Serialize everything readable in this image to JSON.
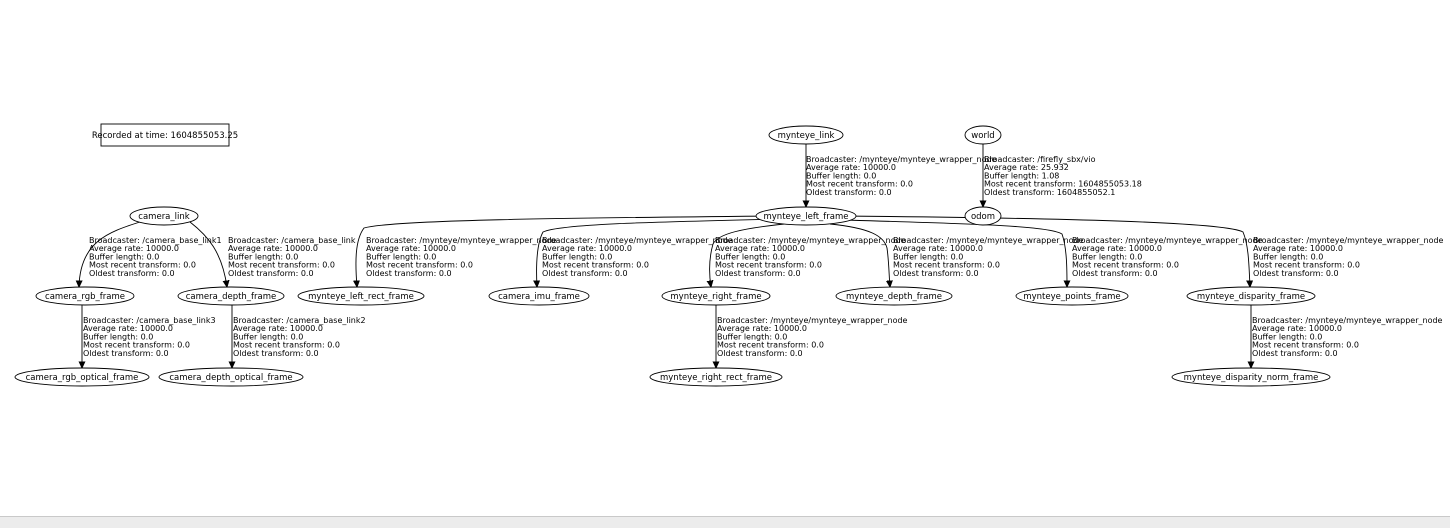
{
  "recorded_label": "Recorded at time: 1604855053.25",
  "nodes": {
    "camera_link": "camera_link",
    "camera_rgb_frame": "camera_rgb_frame",
    "camera_depth_frame": "camera_depth_frame",
    "camera_rgb_optical_frame": "camera_rgb_optical_frame",
    "camera_depth_optical_frame": "camera_depth_optical_frame",
    "mynteye_link": "mynteye_link",
    "mynteye_left_frame": "mynteye_left_frame",
    "mynteye_left_rect_frame": "mynteye_left_rect_frame",
    "camera_imu_frame": "camera_imu_frame",
    "mynteye_right_frame": "mynteye_right_frame",
    "mynteye_right_rect_frame": "mynteye_right_rect_frame",
    "mynteye_depth_frame": "mynteye_depth_frame",
    "mynteye_points_frame": "mynteye_points_frame",
    "mynteye_disparity_frame": "mynteye_disparity_frame",
    "mynteye_disparity_norm_frame": "mynteye_disparity_norm_frame",
    "world": "world",
    "odom": "odom"
  },
  "edges": {
    "camera_link__camera_rgb_frame": [
      "Broadcaster: /camera_base_link1",
      "Average rate: 10000.0",
      "Buffer length: 0.0",
      "Most recent transform: 0.0",
      "Oldest transform: 0.0"
    ],
    "camera_link__camera_depth_frame": [
      "Broadcaster: /camera_base_link",
      "Average rate: 10000.0",
      "Buffer length: 0.0",
      "Most recent transform: 0.0",
      "Oldest transform: 0.0"
    ],
    "camera_rgb_frame__camera_rgb_optical_frame": [
      "Broadcaster: /camera_base_link3",
      "Average rate: 10000.0",
      "Buffer length: 0.0",
      "Most recent transform: 0.0",
      "Oldest transform: 0.0"
    ],
    "camera_depth_frame__camera_depth_optical_frame": [
      "Broadcaster: /camera_base_link2",
      "Average rate: 10000.0",
      "Buffer length: 0.0",
      "Most recent transform: 0.0",
      "Oldest transform: 0.0"
    ],
    "mynteye_link__mynteye_left_frame": [
      "Broadcaster: /mynteye/mynteye_wrapper_node",
      "Average rate: 10000.0",
      "Buffer length: 0.0",
      "Most recent transform: 0.0",
      "Oldest transform: 0.0"
    ],
    "mynteye_left_frame__mynteye_left_rect_frame": [
      "Broadcaster: /mynteye/mynteye_wrapper_node",
      "Average rate: 10000.0",
      "Buffer length: 0.0",
      "Most recent transform: 0.0",
      "Oldest transform: 0.0"
    ],
    "mynteye_left_frame__camera_imu_frame": [
      "Broadcaster: /mynteye/mynteye_wrapper_node",
      "Average rate: 10000.0",
      "Buffer length: 0.0",
      "Most recent transform: 0.0",
      "Oldest transform: 0.0"
    ],
    "mynteye_left_frame__mynteye_right_frame": [
      "Broadcaster: /mynteye/mynteye_wrapper_node",
      "Average rate: 10000.0",
      "Buffer length: 0.0",
      "Most recent transform: 0.0",
      "Oldest transform: 0.0"
    ],
    "mynteye_left_frame__mynteye_depth_frame": [
      "Broadcaster: /mynteye/mynteye_wrapper_node",
      "Average rate: 10000.0",
      "Buffer length: 0.0",
      "Most recent transform: 0.0",
      "Oldest transform: 0.0"
    ],
    "mynteye_left_frame__mynteye_points_frame": [
      "Broadcaster: /mynteye/mynteye_wrapper_node",
      "Average rate: 10000.0",
      "Buffer length: 0.0",
      "Most recent transform: 0.0",
      "Oldest transform: 0.0"
    ],
    "mynteye_left_frame__mynteye_disparity_frame": [
      "Broadcaster: /mynteye/mynteye_wrapper_node",
      "Average rate: 10000.0",
      "Buffer length: 0.0",
      "Most recent transform: 0.0",
      "Oldest transform: 0.0"
    ],
    "mynteye_right_frame__mynteye_right_rect_frame": [
      "Broadcaster: /mynteye/mynteye_wrapper_node",
      "Average rate: 10000.0",
      "Buffer length: 0.0",
      "Most recent transform: 0.0",
      "Oldest transform: 0.0"
    ],
    "mynteye_disparity_frame__mynteye_disparity_norm_frame": [
      "Broadcaster: /mynteye/mynteye_wrapper_node",
      "Average rate: 10000.0",
      "Buffer length: 0.0",
      "Most recent transform: 0.0",
      "Oldest transform: 0.0"
    ],
    "world__odom": [
      "Broadcaster: /firefly_sbx/vio",
      "Average rate: 25.932",
      "Buffer length: 1.08",
      "Most recent transform: 1604855053.18",
      "Oldest transform: 1604855052.1"
    ]
  }
}
